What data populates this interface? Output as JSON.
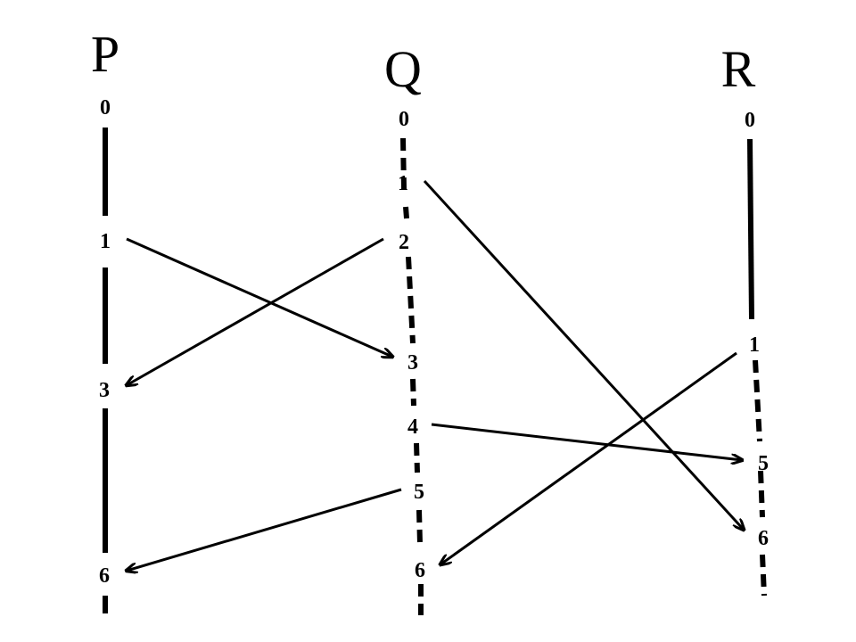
{
  "processes": [
    {
      "name": "P",
      "labels": [
        "0",
        "1",
        "3",
        "6"
      ]
    },
    {
      "name": "Q",
      "labels": [
        "0",
        "1",
        "2",
        "3",
        "4",
        "5",
        "6"
      ]
    },
    {
      "name": "R",
      "labels": [
        "0",
        "1",
        "5",
        "6"
      ]
    }
  ],
  "messages": [
    {
      "from": "P:1",
      "to": "Q:3"
    },
    {
      "from": "Q:2",
      "to": "P:3"
    },
    {
      "from": "Q:1",
      "to": "R:6"
    },
    {
      "from": "Q:4",
      "to": "R:5"
    },
    {
      "from": "Q:5",
      "to": "P:6"
    },
    {
      "from": "R:1",
      "to": "Q:6"
    }
  ]
}
